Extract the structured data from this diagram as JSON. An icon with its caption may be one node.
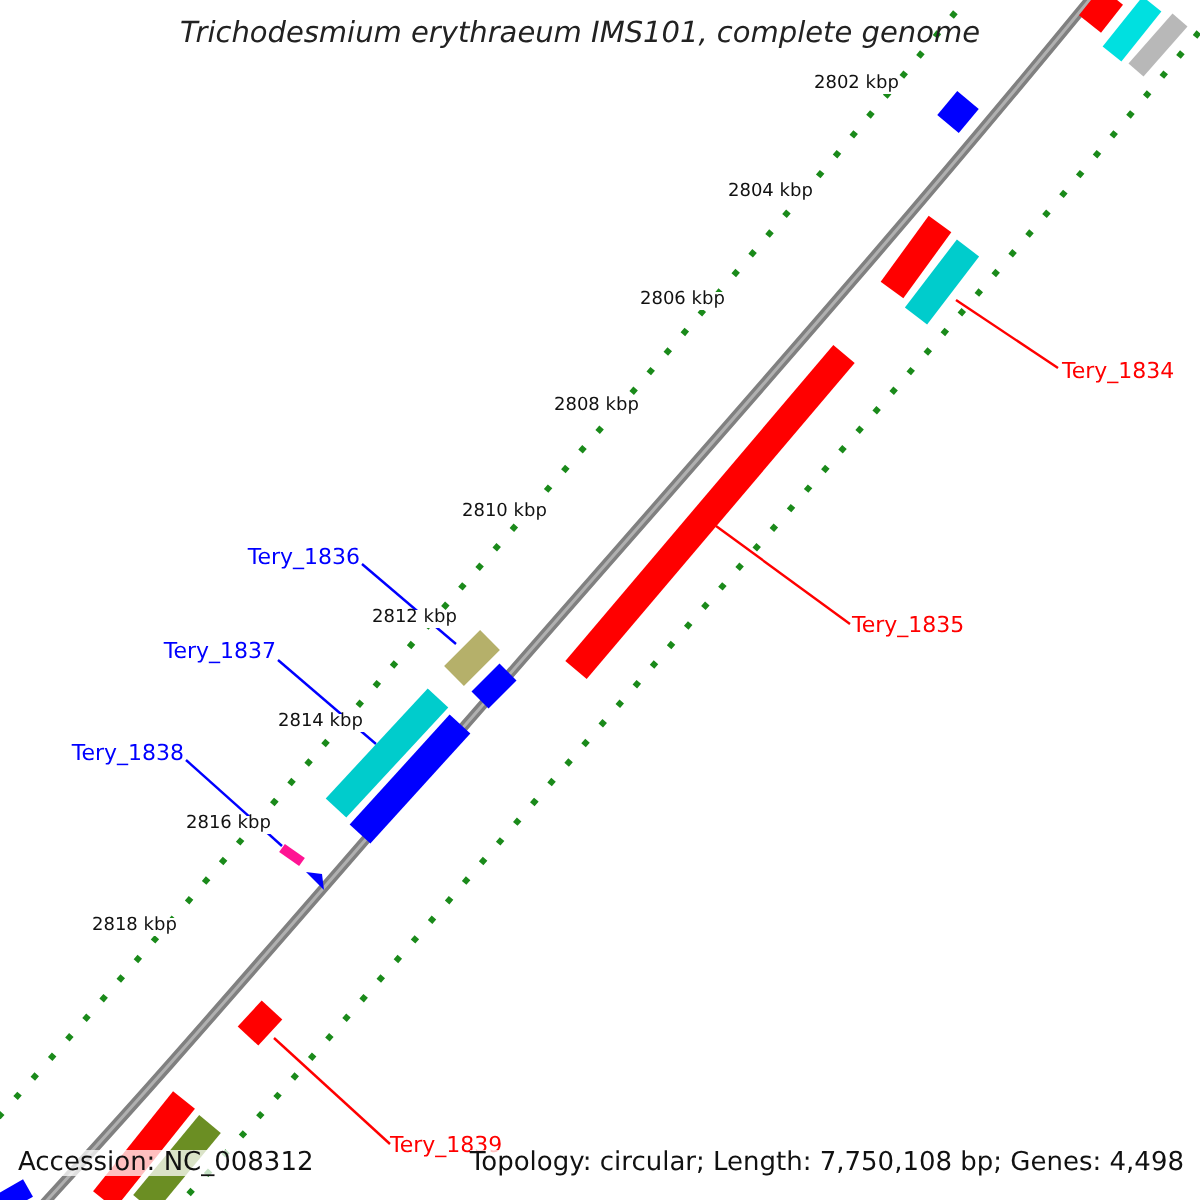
{
  "diagram": {
    "title": "Trichodesmium erythraeum IMS101, complete genome",
    "nodes": [
      {
        "text": [
          "Tery_1834"
        ]
      },
      {
        "text": [],
        "shape": "bar"
      },
      {
        "text": [
          "Tery_1836"
        ]
      },
      {
        "text": [],
        "shape": "bar"
      },
      {
        "text": [
          "Tery_1835"
        ]
      },
      {
        "text": [],
        "shape": "bar"
      },
      {
        "text": [
          "Tery_1837"
        ]
      },
      {
        "text": [],
        "shape": "bar"
      },
      {
        "text": [
          "Tery_1838"
        ]
      },
      {
        "text": [],
        "shape": "bar"
      },
      {
        "text": [
          "Tery_1839"
        ]
      },
      {
        "text": [],
        "shape": "bar"
      }
    ],
    "edges": [
      {
        "from": 0,
        "to": 1,
        "arrow": "none",
        "color": "#ff0000"
      },
      {
        "from": 2,
        "to": 3,
        "arrow": "none",
        "color": "#0000ff"
      },
      {
        "from": 4,
        "to": 5,
        "arrow": "none",
        "color": "#ff0000"
      },
      {
        "from": 6,
        "to": 7,
        "arrow": "none",
        "color": "#0000ff"
      },
      {
        "from": 8,
        "to": 9,
        "arrow": "none",
        "color": "#0000ff"
      },
      {
        "from": 10,
        "to": 11,
        "arrow": "none",
        "color": "#ff0000"
      }
    ],
    "labels": [
      "2802 kbp",
      "2804 kbp",
      "2806 kbp",
      "2808 kbp",
      "2810 kbp",
      "2812 kbp",
      "2814 kbp",
      "2816 kbp",
      "2818 kbp",
      "Accession: NC_008312",
      "Topology: circular; Length: 7,750,108 bp; Genes: 4,498"
    ]
  }
}
